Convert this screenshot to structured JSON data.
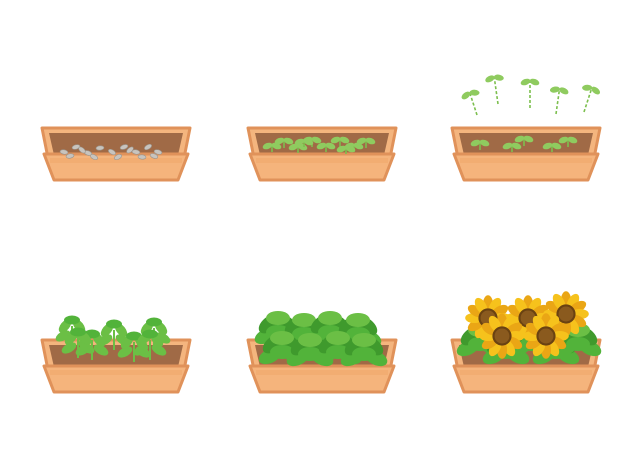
{
  "colors": {
    "background": "#ffffff",
    "planter_outline": "#e0925a",
    "planter_rim": "#f4b57e",
    "planter_front": "#f5b47c",
    "planter_front_shade": "#f0a86c",
    "soil": "#a06a46",
    "seed": "#c8c4be",
    "seed_outline": "#9a948c",
    "sprout_light": "#8fcb5f",
    "sprout_stem": "#7cbf4e",
    "leaf_mid": "#6bbf45",
    "leaf_dark": "#3f9a2d",
    "leaf_bright": "#52b33a",
    "petal": "#f6c21c",
    "petal_dark": "#eaa615",
    "flower_center": "#8a5a1e",
    "flower_center_ring": "#6a4212"
  },
  "stages": [
    {
      "id": "seeds",
      "row": 1,
      "col": 1
    },
    {
      "id": "sprouts",
      "row": 1,
      "col": 2
    },
    {
      "id": "sprouts-spreading",
      "row": 1,
      "col": 3
    },
    {
      "id": "seedlings",
      "row": 2,
      "col": 1
    },
    {
      "id": "leafy-plants",
      "row": 2,
      "col": 2
    },
    {
      "id": "sunflowers",
      "row": 2,
      "col": 3
    }
  ]
}
